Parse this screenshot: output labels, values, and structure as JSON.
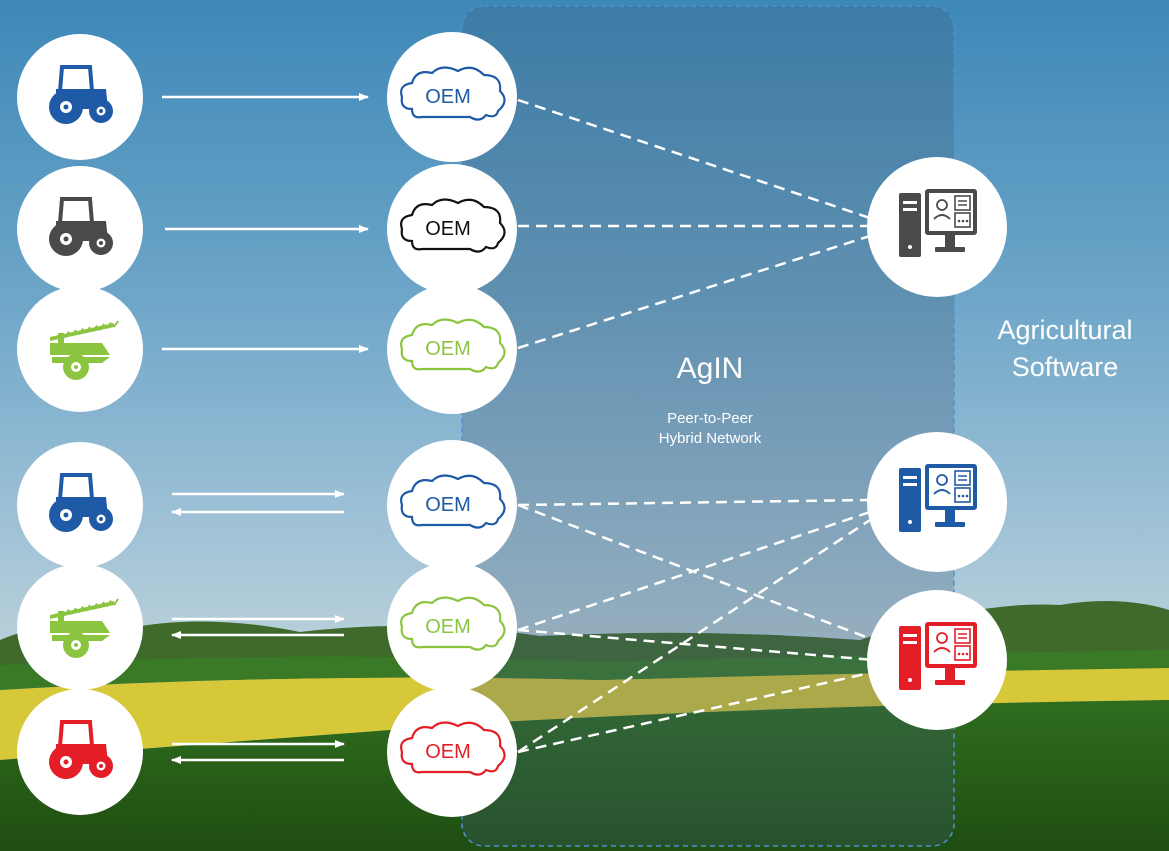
{
  "network": {
    "name": "AgIN",
    "subtitle_line1": "Peer-to-Peer",
    "subtitle_line2": "Hybrid Network"
  },
  "software": {
    "line1": "Agricultural",
    "line2": "Software"
  },
  "cloud_label": "OEM",
  "colors": {
    "blue": "#1f5aa6",
    "gray": "#4a4a4a",
    "green": "#8bc53f",
    "red": "#e41e26",
    "black": "#111111"
  },
  "one_way_rows": [
    {
      "machine": "tractor-icon",
      "color": "blue"
    },
    {
      "machine": "tractor-icon",
      "color": "gray"
    },
    {
      "machine": "sprayer-icon",
      "color": "green"
    }
  ],
  "two_way_rows": [
    {
      "machine": "tractor-icon",
      "color": "blue"
    },
    {
      "machine": "sprayer-icon",
      "color": "green"
    },
    {
      "machine": "tractor-icon",
      "color": "red"
    }
  ],
  "computers": [
    {
      "color": "gray"
    },
    {
      "color": "blue"
    },
    {
      "color": "red"
    }
  ]
}
